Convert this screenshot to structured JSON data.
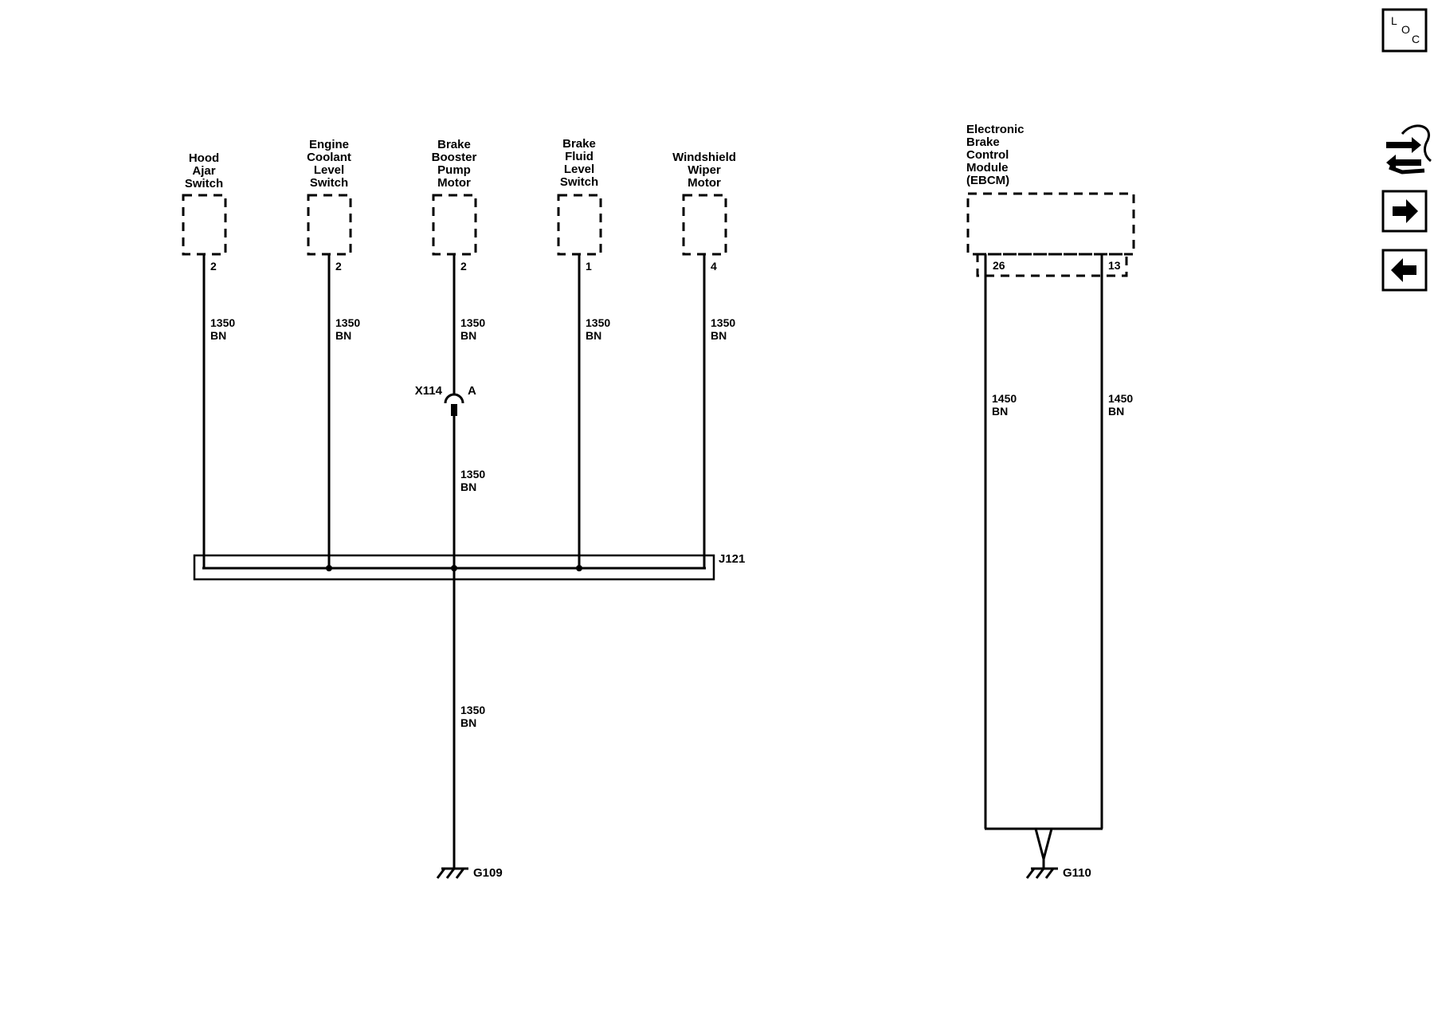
{
  "components": [
    {
      "name": "hood-ajar-switch",
      "label": [
        "Hood",
        "Ajar",
        "Switch"
      ],
      "pin": "2",
      "wire": {
        "circuit": "1350",
        "color": "BN"
      }
    },
    {
      "name": "engine-coolant-level-switch",
      "label": [
        "Engine",
        "Coolant",
        "Level",
        "Switch"
      ],
      "pin": "2",
      "wire": {
        "circuit": "1350",
        "color": "BN"
      }
    },
    {
      "name": "brake-booster-pump-motor",
      "label": [
        "Brake",
        "Booster",
        "Pump",
        "Motor"
      ],
      "pin": "2",
      "wire": {
        "circuit": "1350",
        "color": "BN"
      }
    },
    {
      "name": "brake-fluid-level-switch",
      "label": [
        "Brake",
        "Fluid",
        "Level",
        "Switch"
      ],
      "pin": "1",
      "wire": {
        "circuit": "1350",
        "color": "BN"
      }
    },
    {
      "name": "windshield-wiper-motor",
      "label": [
        "Windshield",
        "Wiper",
        "Motor"
      ],
      "pin": "4",
      "wire": {
        "circuit": "1350",
        "color": "BN"
      }
    }
  ],
  "inline_connector": {
    "name": "X114",
    "pin": "A"
  },
  "wire_after_connector": {
    "circuit": "1350",
    "color": "BN"
  },
  "splice_pack": {
    "name": "J121"
  },
  "wire_to_ground_left": {
    "circuit": "1350",
    "color": "BN"
  },
  "ground_left": {
    "name": "G109"
  },
  "ebcm": {
    "label": [
      "Electronic",
      "Brake",
      "Control",
      "Module",
      "(EBCM)"
    ],
    "pins": [
      "26",
      "13"
    ],
    "wires": [
      {
        "circuit": "1450",
        "color": "BN"
      },
      {
        "circuit": "1450",
        "color": "BN"
      }
    ]
  },
  "ground_right": {
    "name": "G110"
  },
  "icons": {
    "loc": {
      "letters": [
        "L",
        "O",
        "C"
      ],
      "icon": "loc-icon"
    },
    "wiring": {
      "icon": "wire-tool-icon"
    },
    "next": {
      "icon": "arrow-right-icon"
    },
    "prev": {
      "icon": "arrow-left-icon"
    }
  }
}
